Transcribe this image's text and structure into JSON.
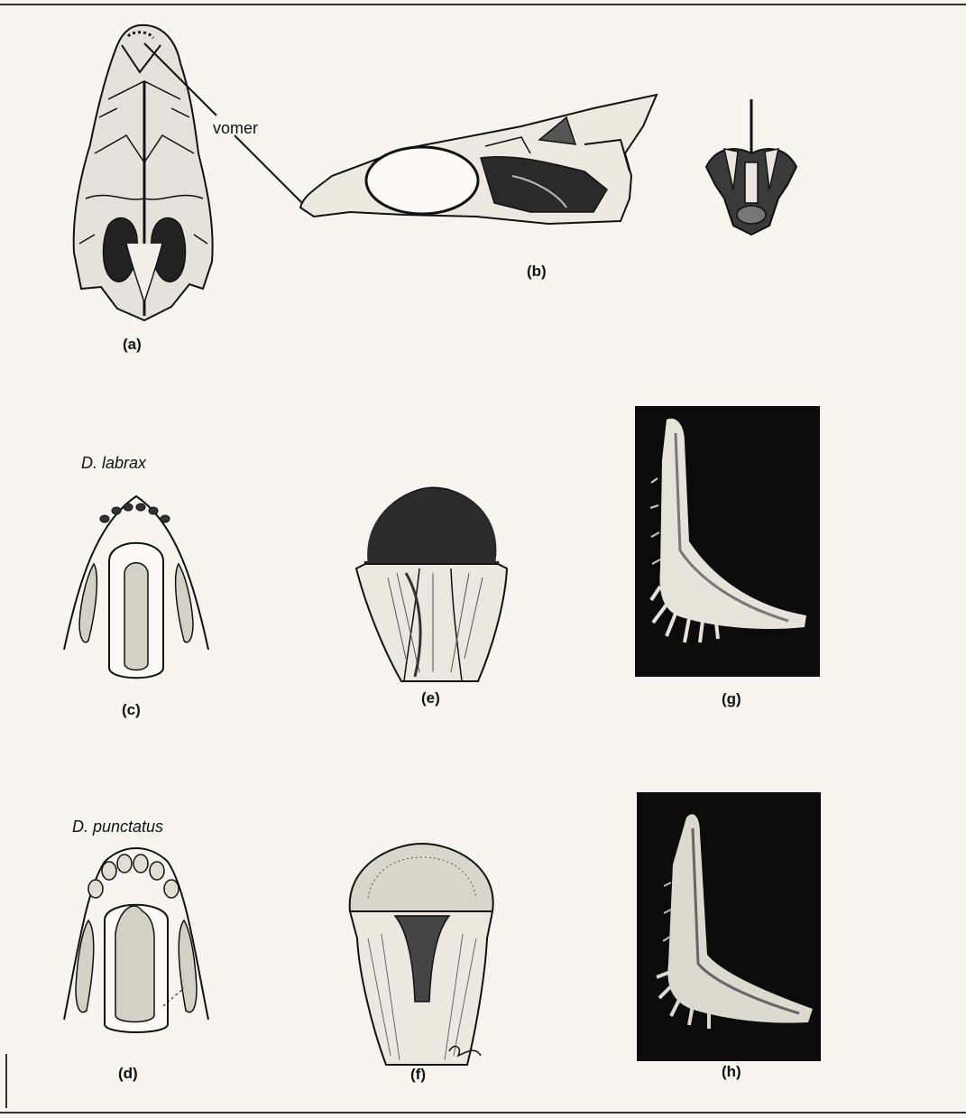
{
  "figure": {
    "annotation": "vomer",
    "species": [
      "D. labrax",
      "D. punctatus"
    ],
    "panel_labels": {
      "a": "(a)",
      "b": "(b)",
      "c": "(c)",
      "d": "(d)",
      "e": "(e)",
      "f": "(f)",
      "g": "(g)",
      "h": "(h)"
    },
    "colors": {
      "ink": "#111111",
      "paper": "#f6f5f0",
      "photo_bg": "#0b0b0b",
      "bone_light": "#e8e6df"
    }
  }
}
